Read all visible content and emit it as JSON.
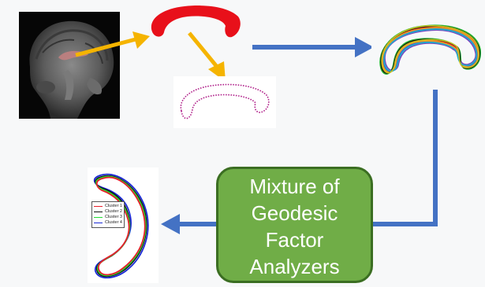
{
  "analyzer_box": {
    "lines": [
      "Mixture of",
      "Geodesic",
      "Factor",
      "Analyzers"
    ],
    "fill_color": "#70ad47",
    "border_color": "#3b6e22"
  },
  "cluster_legend": {
    "entries": [
      {
        "label": "Cluster 1",
        "color": "#e8202a"
      },
      {
        "label": "Cluster 2",
        "color": "#111111"
      },
      {
        "label": "Cluster 3",
        "color": "#22dd33"
      },
      {
        "label": "Cluster 4",
        "color": "#1a2ad6"
      }
    ]
  },
  "colors": {
    "yellow_arrow": "#f5b400",
    "blue_arrow": "#4472c4",
    "corpus_callosum_highlight": "#e8101a",
    "contour_dots": "#b0208a"
  },
  "icons": {
    "mri_scan": "brain-mri-sagittal-image",
    "segmentation": "corpus-callosum-segmentation",
    "contour": "dotted-contour-outline",
    "bundle": "overlaid-contours-bundle",
    "clusters": "clustered-contours-plot"
  }
}
